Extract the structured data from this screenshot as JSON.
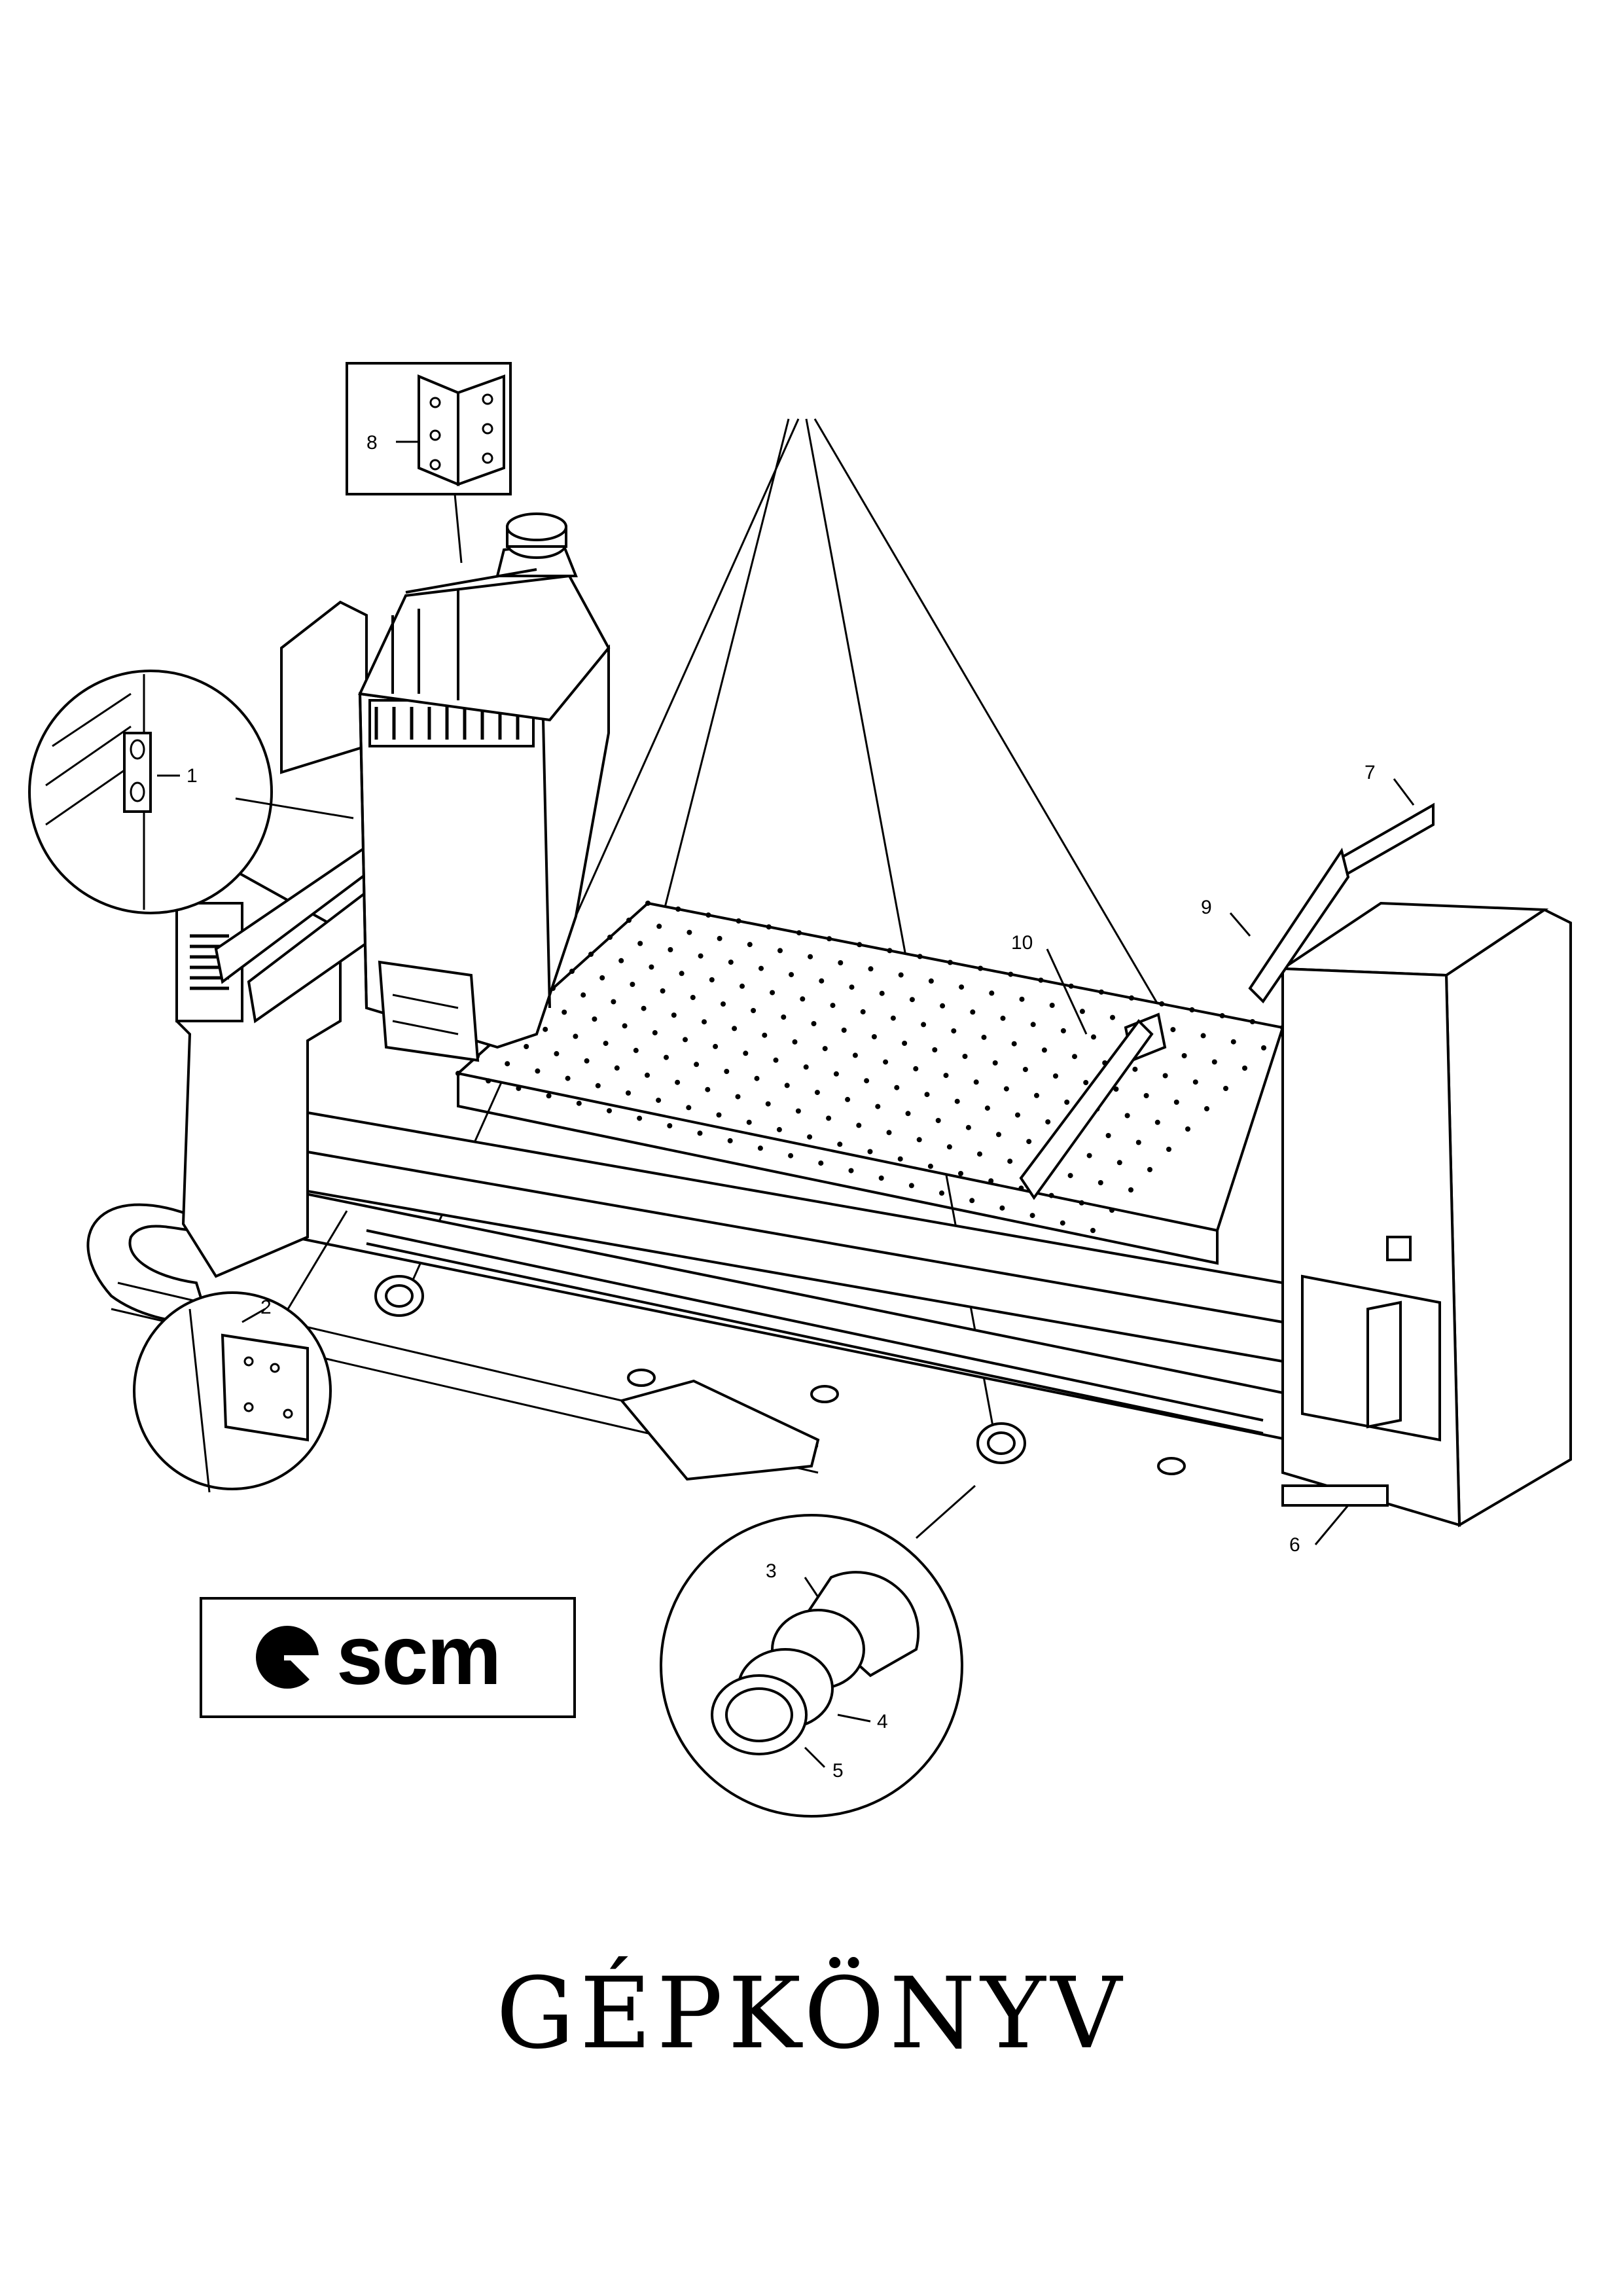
{
  "callouts": {
    "c1": "1",
    "c2": "2",
    "c3": "3",
    "c4": "4",
    "c5": "5",
    "c6": "6",
    "c7": "7",
    "c8": "8",
    "c9": "9",
    "c10": "10"
  },
  "logo": {
    "text": "scm"
  },
  "cover": {
    "title": "GÉPKÖNYV"
  }
}
